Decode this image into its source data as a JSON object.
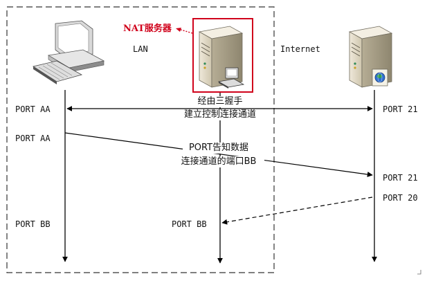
{
  "labels": {
    "nat_server": "NAT服务器",
    "lan": "LAN",
    "internet": "Internet",
    "left_port_aa_1": "PORT AA",
    "left_port_aa_2": "PORT AA",
    "left_port_bb": "PORT BB",
    "nat_port_bb": "PORT BB",
    "right_port_21_1": "PORT 21",
    "right_port_21_2": "PORT 21",
    "right_port_20": "PORT 20",
    "msg1_line1": "经由三握手",
    "msg1_line2": "建立控制连接通道",
    "msg2_line1": "PORT告知数据",
    "msg2_line2": "连接通道的端口BB"
  },
  "colors": {
    "nat_highlight": "#d0021b",
    "line": "#000000",
    "server_body": "#dcd3bf",
    "server_side": "#a79f8a"
  },
  "icons": {
    "client": "desktop-computer-icon",
    "nat": "server-with-computer-icon",
    "remote": "web-server-icon"
  }
}
